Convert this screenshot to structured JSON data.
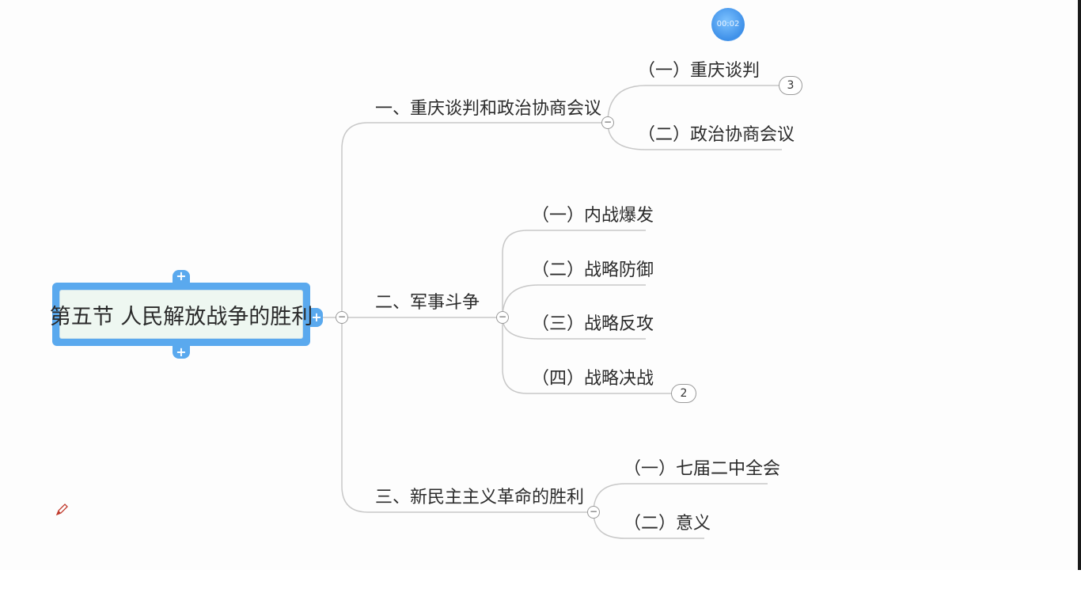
{
  "timer": "00:02",
  "root": {
    "label": "第五节 人民解放战争的胜利"
  },
  "branches": [
    {
      "label": "一、重庆谈判和政治协商会议",
      "children": [
        {
          "label": "（一）重庆谈判",
          "badge": "3"
        },
        {
          "label": "（二）政治协商会议"
        }
      ]
    },
    {
      "label": "二、军事斗争",
      "children": [
        {
          "label": "（一）内战爆发"
        },
        {
          "label": "（二）战略防御"
        },
        {
          "label": "（三）战略反攻"
        },
        {
          "label": "（四）战略决战",
          "badge": "2"
        }
      ]
    },
    {
      "label": "三、新民主主义革命的胜利",
      "children": [
        {
          "label": "（一）七届二中全会"
        },
        {
          "label": "（二）意义"
        }
      ]
    }
  ],
  "icons": {
    "expand": "plus-icon",
    "collapse": "minus-icon",
    "annotate": "pen-icon"
  },
  "colors": {
    "root_border": "#5aa9ee",
    "root_fill": "#eef7f1",
    "line": "#c8c8c8"
  }
}
